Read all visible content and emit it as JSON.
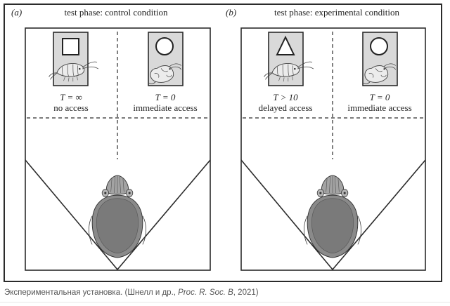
{
  "panels": [
    {
      "tag": "(a)",
      "title": "test phase: control condition",
      "left": {
        "shape": "square",
        "line1": "T = ∞",
        "line2": "no access"
      },
      "right": {
        "shape": "circle",
        "line1": "T = 0",
        "line2": "immediate access"
      }
    },
    {
      "tag": "(b)",
      "title": "test phase: experimental condition",
      "left": {
        "shape": "triangle",
        "line1": "T > 10",
        "line2": "delayed access"
      },
      "right": {
        "shape": "circle",
        "line1": "T = 0",
        "line2": "immediate access"
      }
    }
  ],
  "caption": {
    "prefix": "Экспериментальная установка. (Шнелл и др., ",
    "journal": "Proc. R. Soc. B",
    "suffix": ", 2021)"
  },
  "colors": {
    "line": "#2b2b2b",
    "card": "#d9d9d9",
    "cuttlefish": "#7d7d7d",
    "cuttlefish_head": "#999999",
    "caption": "#555555"
  },
  "icons": [
    "square-symbol-icon",
    "circle-symbol-icon",
    "triangle-symbol-icon",
    "shrimp-icon",
    "cuttlefish-icon"
  ]
}
